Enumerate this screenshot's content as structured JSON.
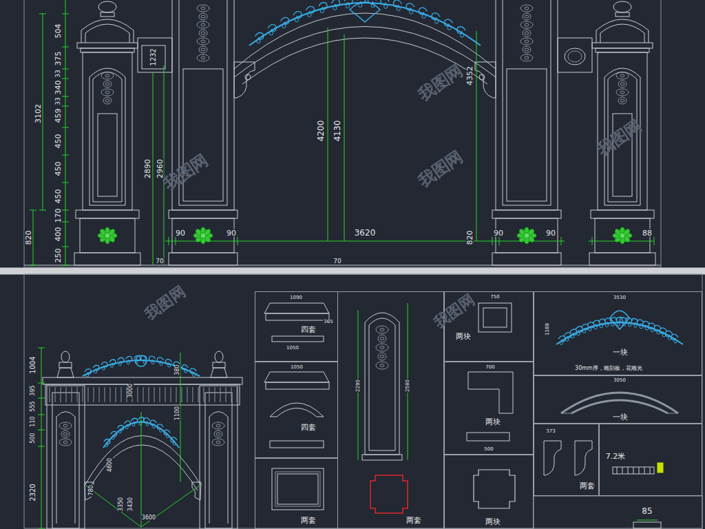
{
  "diagram": {
    "nodes": [
      {
        "text": [
          "四套"
        ]
      },
      {
        "text": [
          "四套"
        ]
      },
      {
        "text": [
          "两套"
        ]
      },
      {
        "text": [
          "两套"
        ]
      },
      {
        "text": [
          "两块"
        ]
      },
      {
        "text": [
          "两块"
        ]
      },
      {
        "text": [
          "两块"
        ]
      },
      {
        "text": [
          "一块",
          "30mm厚，雕刻板，花雕光"
        ]
      },
      {
        "text": [
          "一块"
        ]
      },
      {
        "text": [
          "两套"
        ]
      },
      {
        "text": [
          "7.2米"
        ]
      }
    ],
    "labels": [
      "504",
      "375",
      "33",
      "340",
      "33",
      "459",
      "450",
      "450",
      "450",
      "170",
      "400",
      "250",
      "3102",
      "820",
      "1232",
      "2890",
      "2960",
      "4200",
      "4130",
      "4352",
      "3620",
      "90",
      "90",
      "90",
      "90",
      "88",
      "820",
      "70",
      "70",
      "1004",
      "395",
      "555",
      "110",
      "500",
      "2320",
      "380",
      "3000",
      "1100",
      "4600",
      "780",
      "3350",
      "3430",
      "3600",
      "1090",
      "1050",
      "365",
      "1050",
      "2290",
      "2580",
      "750",
      "700",
      "500",
      "3530",
      "1189",
      "3050",
      "373",
      "85",
      "我图网",
      "我图网",
      "我图网",
      "我图网",
      "我图网",
      "我图网"
    ]
  }
}
